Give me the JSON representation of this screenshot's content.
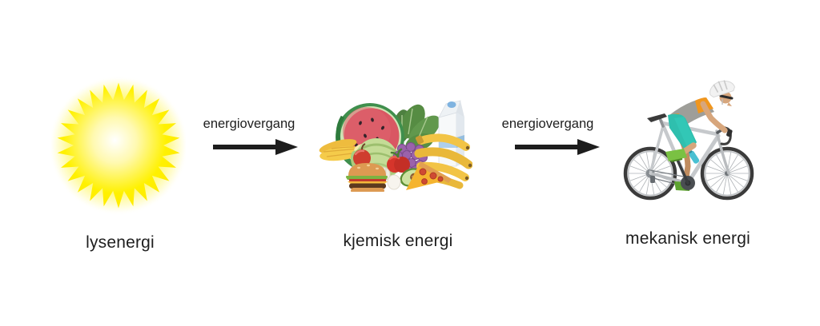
{
  "diagram": {
    "nodes": [
      {
        "id": "light",
        "label": "lysenergi",
        "icon": "sun-icon"
      },
      {
        "id": "chemical",
        "label": "kjemisk energi",
        "icon": "food-icon"
      },
      {
        "id": "mechanical",
        "label": "mekanisk energi",
        "icon": "cyclist-icon"
      }
    ],
    "arrows": [
      {
        "label": "energiovergang"
      },
      {
        "label": "energiovergang"
      }
    ],
    "colors": {
      "background": "#ffffff",
      "text": "#1e1e1e",
      "arrow": "#1d1d1d",
      "sun_yellow": "#ffec00",
      "watermelon_red": "#d95763",
      "banana_yellow": "#f0c040",
      "shorts_teal": "#2fbfae",
      "jersey_orange": "#f0961e",
      "shoe_green": "#7ac143"
    }
  }
}
